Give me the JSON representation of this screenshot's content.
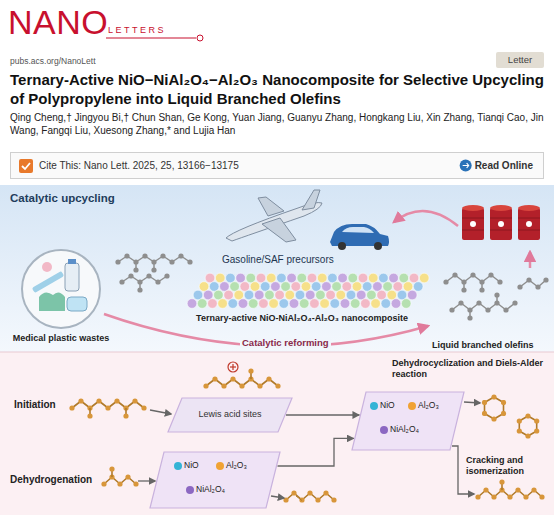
{
  "diagram": {
    "title": "Ternary-Active NiO−NiAl₂O₄−Al₂O₃ Nanocomposite for Selective Upcycling of Polypropylene into Liquid Branched Olefins",
    "nodes": [
      {
        "text": [
          "Letter"
        ]
      },
      {
        "text": [
          "Cite This: Nano Lett. 2025, 25, 13166−13175",
          "Read Online"
        ]
      },
      {
        "text": [
          "Catalytic upcycling"
        ]
      },
      {
        "text": [
          "Medical plastic wastes"
        ],
        "in": 2
      },
      {
        "text": [
          "Ternary-active NiO-NiAl₂O₄-Al₂O₃ nanocomposite"
        ],
        "in": 2
      },
      {
        "text": [
          "Lewis acid sites"
        ]
      },
      {
        "text": [
          "NiO",
          "Al₂O₃",
          "NiAl₂O₄"
        ]
      },
      {
        "text": [
          "NiO",
          "Al₂O₃",
          "NiAl₂O₄"
        ]
      }
    ],
    "edges": [
      {
        "from": 5,
        "to": 7,
        "arrow": "to"
      },
      {
        "from": 6,
        "to": 7,
        "arrow": "to"
      }
    ],
    "labels": [
      "NANO",
      "LETTERS",
      "pubs.acs.org/NanoLett",
      "Qing Cheng,† Jingyou Bi,† Chun Shan, Ge Kong, Yuan Jiang, Guanyu Zhang, Hongkang Liu, Xin Zhang, Tianqi Cao, Jin Wang, Fangqi Liu, Xuesong Zhang,* and Lujia Han",
      "Gasoline/SAF precursors",
      "Liquid branched olefins",
      "Catalytic reforming",
      "Initiation",
      "Dehydrogenation",
      "Dehydrocyclization and Diels-Alder reaction",
      "Cracking and isomerization"
    ]
  }
}
